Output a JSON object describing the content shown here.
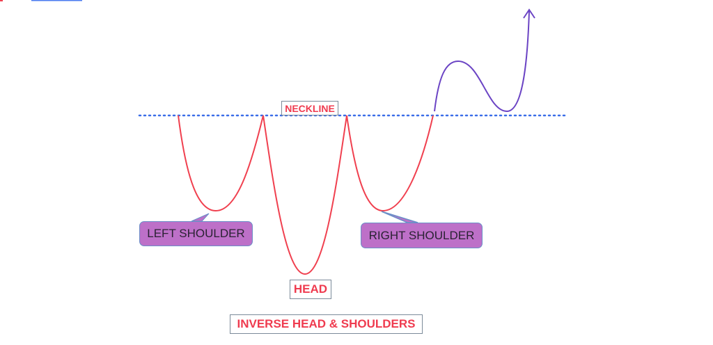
{
  "labels": {
    "neckline": "NECKLINE",
    "left_shoulder": "LEFT SHOULDER",
    "head": "HEAD",
    "right_shoulder": "RIGHT SHOULDER",
    "title": "INVERSE HEAD & SHOULDERS"
  },
  "colors": {
    "pattern_line": "#f0404f",
    "breakout_line": "#6b44c4",
    "neckline": "#3b6ee8",
    "bubble": "#bd70c8"
  }
}
